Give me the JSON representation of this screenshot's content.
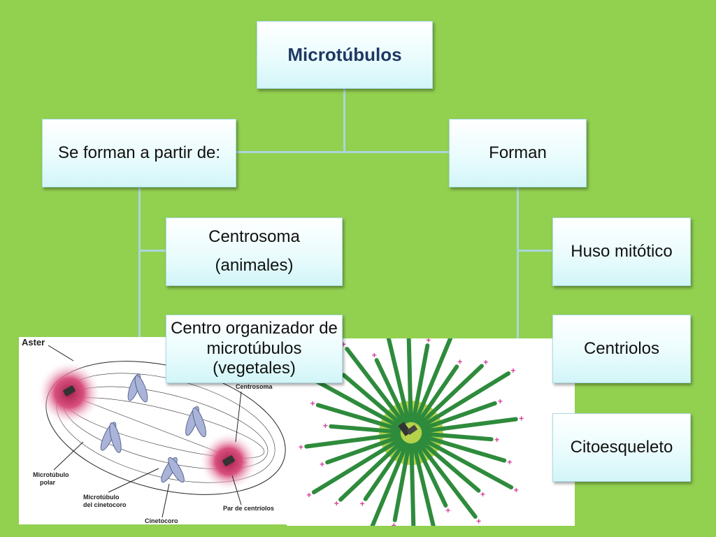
{
  "diagram": {
    "root": "Microtúbulos",
    "left_branch": {
      "label": "Se forman a partir de:",
      "children": [
        "Centrosoma (animales)",
        "Centro organizador de microtúbulos (vegetales)"
      ]
    },
    "right_branch": {
      "label": "Forman",
      "children": [
        "Huso mitótico",
        "Centriolos",
        "Citoesqueleto"
      ]
    }
  },
  "spindle_image": {
    "labels": {
      "aster": "Aster",
      "centrosoma": "Centrosoma",
      "microtubulo_polar": "Microtúbulo polar",
      "microtubulo_cinetocoro": "Microtúbulo del cinetocoro",
      "par_centriolos": "Par de centríolos",
      "cinetocoro": "Cinetocoro"
    }
  },
  "colors": {
    "background": "#92d050",
    "box_fill": "#e9fbfd",
    "box_border": "#a9dde3",
    "title_text": "#1f3864",
    "centrosome_pink": "#c8386e",
    "microtubule_green": "#2e8b3c",
    "centrosome_halo": "#b4d24a"
  }
}
